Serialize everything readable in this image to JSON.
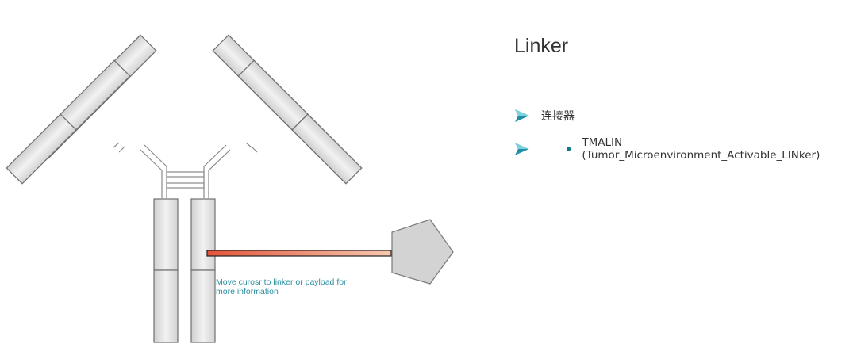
{
  "panel": {
    "title": "Linker",
    "items": [
      {
        "label": "连接器"
      },
      {
        "label": "TMALIN (Tumor_Microenvironment_Activable_LINker)"
      }
    ]
  },
  "diagram": {
    "hint_line1": "Move curosr to linker or payload for",
    "hint_line2": "more information"
  },
  "colors": {
    "arrow": "#1e8fa6",
    "bullet": "#127b8a",
    "hint_text": "#2a8fa0",
    "linker_start": "#e2553a",
    "linker_end": "#f6c8b0",
    "payload": "#d3d3d3"
  }
}
